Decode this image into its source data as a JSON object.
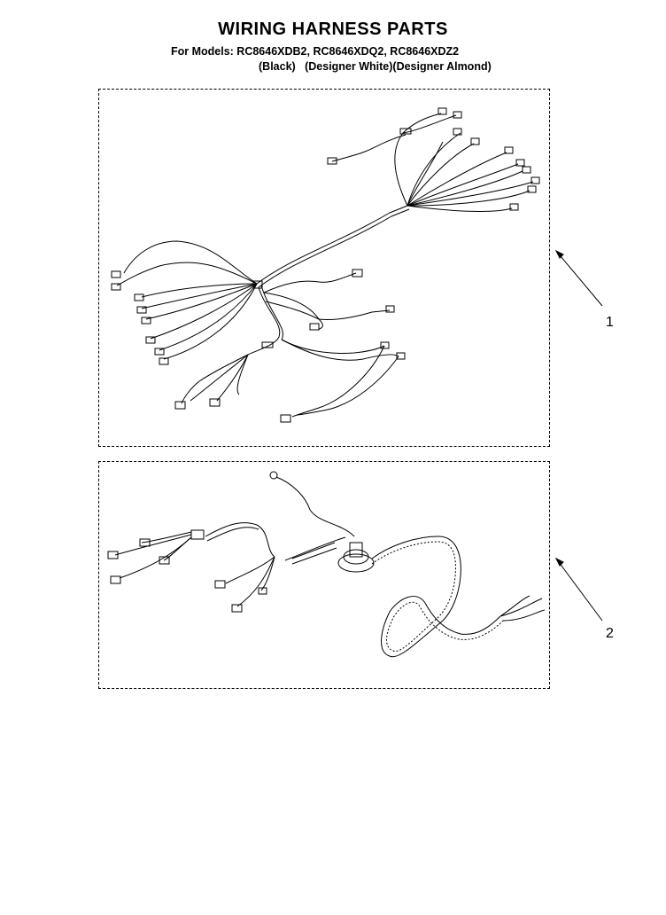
{
  "title": "WIRING HARNESS PARTS",
  "models_line": "For Models: RC8646XDB2, RC8646XDQ2, RC8646XDZ2",
  "variants_line": "(Black)   (Designer White)(Designer Almond)",
  "parts": [
    {
      "number": "1"
    },
    {
      "number": "2"
    }
  ]
}
